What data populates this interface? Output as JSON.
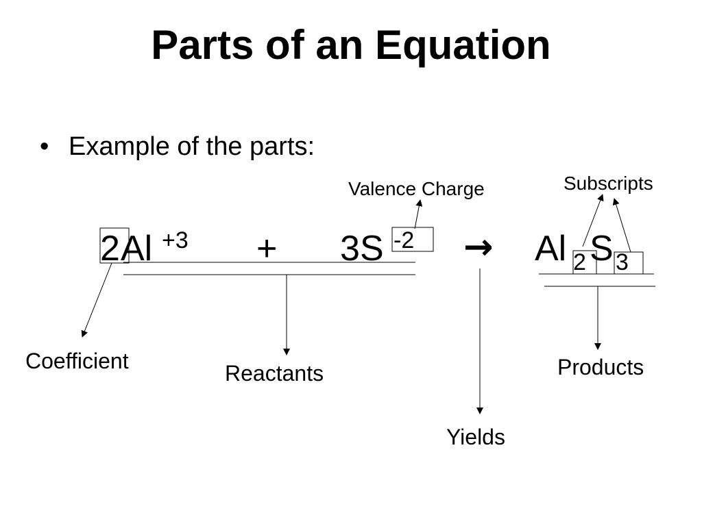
{
  "title": "Parts of an Equation",
  "bullet": {
    "marker": "•",
    "text": "Example of the parts:"
  },
  "equation": {
    "coefficient": "2",
    "reactant1_symbol": "Al",
    "reactant1_charge": "+3",
    "plus": "+",
    "reactant2_coefficient": "3",
    "reactant2_symbol": "S",
    "reactant2_charge": "-2",
    "arrow": "→",
    "product_symbol1": "Al",
    "product_subscript1": "2",
    "product_symbol2": "S",
    "product_subscript2": "3"
  },
  "labels": {
    "valence_charge": "Valence Charge",
    "subscripts": "Subscripts",
    "coefficient": "Coefficient",
    "reactants": "Reactants",
    "yields": "Yields",
    "products": "Products"
  }
}
